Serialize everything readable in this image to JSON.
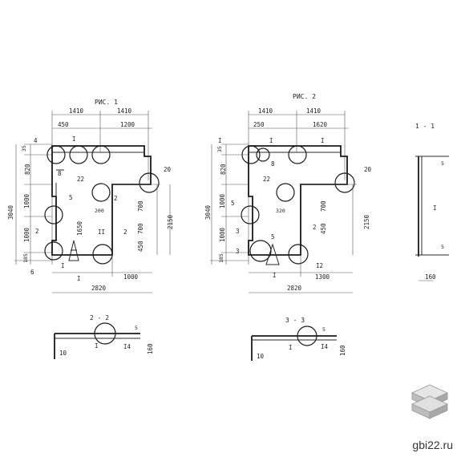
{
  "fig1": {
    "title": "РИС. 1",
    "dims_top": [
      "1410",
      "1410",
      "450",
      "1200"
    ],
    "dims_left": [
      "35",
      "820",
      "1000",
      "1000",
      "185",
      "3040"
    ],
    "dims_right": [
      "700",
      "700",
      "450",
      "2150"
    ],
    "dims_bottom": [
      "1000",
      "2820"
    ],
    "inner": [
      "200",
      "1650"
    ],
    "marks": [
      "4",
      "8",
      "22",
      "20",
      "5",
      "6",
      "2",
      "2",
      "2",
      "II",
      "I",
      "I",
      "I"
    ]
  },
  "fig2": {
    "title": "РИС. 2",
    "dims_top": [
      "1410",
      "1410",
      "250",
      "1620"
    ],
    "dims_left": [
      "35",
      "820",
      "1000",
      "1000",
      "185",
      "3040"
    ],
    "dims_right": [
      "700",
      "450",
      "2150"
    ],
    "dims_bottom": [
      "1300",
      "2820"
    ],
    "inner": [
      "320"
    ],
    "marks": [
      "I",
      "8",
      "22",
      "20",
      "5",
      "5",
      "3",
      "3",
      "2",
      "I2",
      "I",
      "I",
      "I"
    ]
  },
  "section_1_1": {
    "title": "1 - 1",
    "dims": [
      "5",
      "5",
      "160"
    ],
    "mark": "I"
  },
  "section_2_2": {
    "title": "2 - 2",
    "dims": [
      "10",
      "160",
      "5"
    ],
    "marks": [
      "I",
      "I4"
    ]
  },
  "section_3_3": {
    "title": "3 - 3",
    "dims": [
      "10",
      "160",
      "5"
    ],
    "marks": [
      "I",
      "I4"
    ]
  },
  "watermark": "gbi22.ru"
}
